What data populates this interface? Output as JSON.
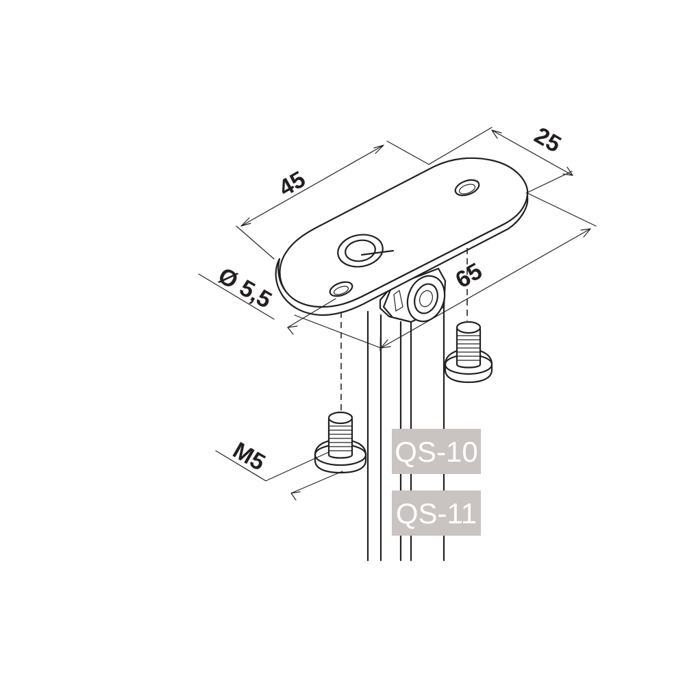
{
  "dimensions": {
    "length": "45",
    "width": "25",
    "height": "65",
    "hole_diameter": "Ø 5,5",
    "screw_thread": "M5"
  },
  "model_tags": [
    "QS-10",
    "QS-11"
  ],
  "colors": {
    "line": "#231f20",
    "tag_background": "#c9c3c1",
    "tag_text": "#ffffff"
  }
}
